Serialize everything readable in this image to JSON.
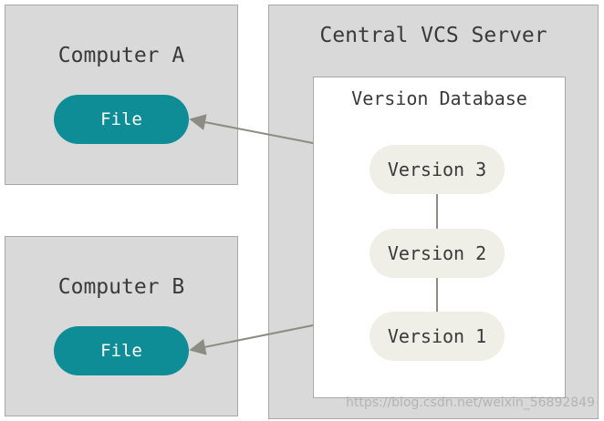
{
  "computers": [
    {
      "title": "Computer A",
      "file_label": "File"
    },
    {
      "title": "Computer B",
      "file_label": "File"
    }
  ],
  "server": {
    "title": "Central VCS Server",
    "database": {
      "title": "Version Database",
      "versions": [
        "Version 3",
        "Version 2",
        "Version 1"
      ]
    }
  },
  "watermark": "https://blog.csdn.net/weixin_56892849",
  "colors": {
    "box_fill": "#d9d9d9",
    "box_border": "#a8a8a8",
    "file_pill": "#0e8d97",
    "version_pill": "#efefe7",
    "text": "#3a3a3a",
    "arrow": "#8c8c84"
  }
}
